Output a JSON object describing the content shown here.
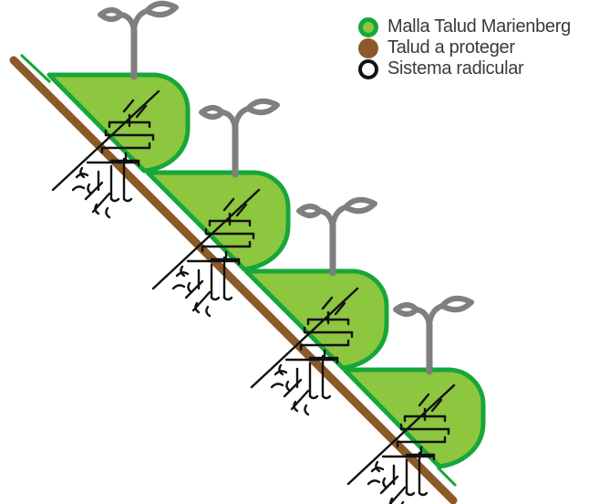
{
  "legend": {
    "items": [
      {
        "label": "Malla Talud Marienberg",
        "icon": "green-circle-icon"
      },
      {
        "label": "Talud a proteger",
        "icon": "brown-circle-icon"
      },
      {
        "label": "Sistema radicular",
        "icon": "ring-circle-icon"
      }
    ]
  },
  "colors": {
    "mesh_fill": "#8dc63f",
    "mesh_border": "#17a639",
    "slope": "#8b5a2b",
    "roots": "#111111",
    "plant": "#7f7f7f"
  }
}
